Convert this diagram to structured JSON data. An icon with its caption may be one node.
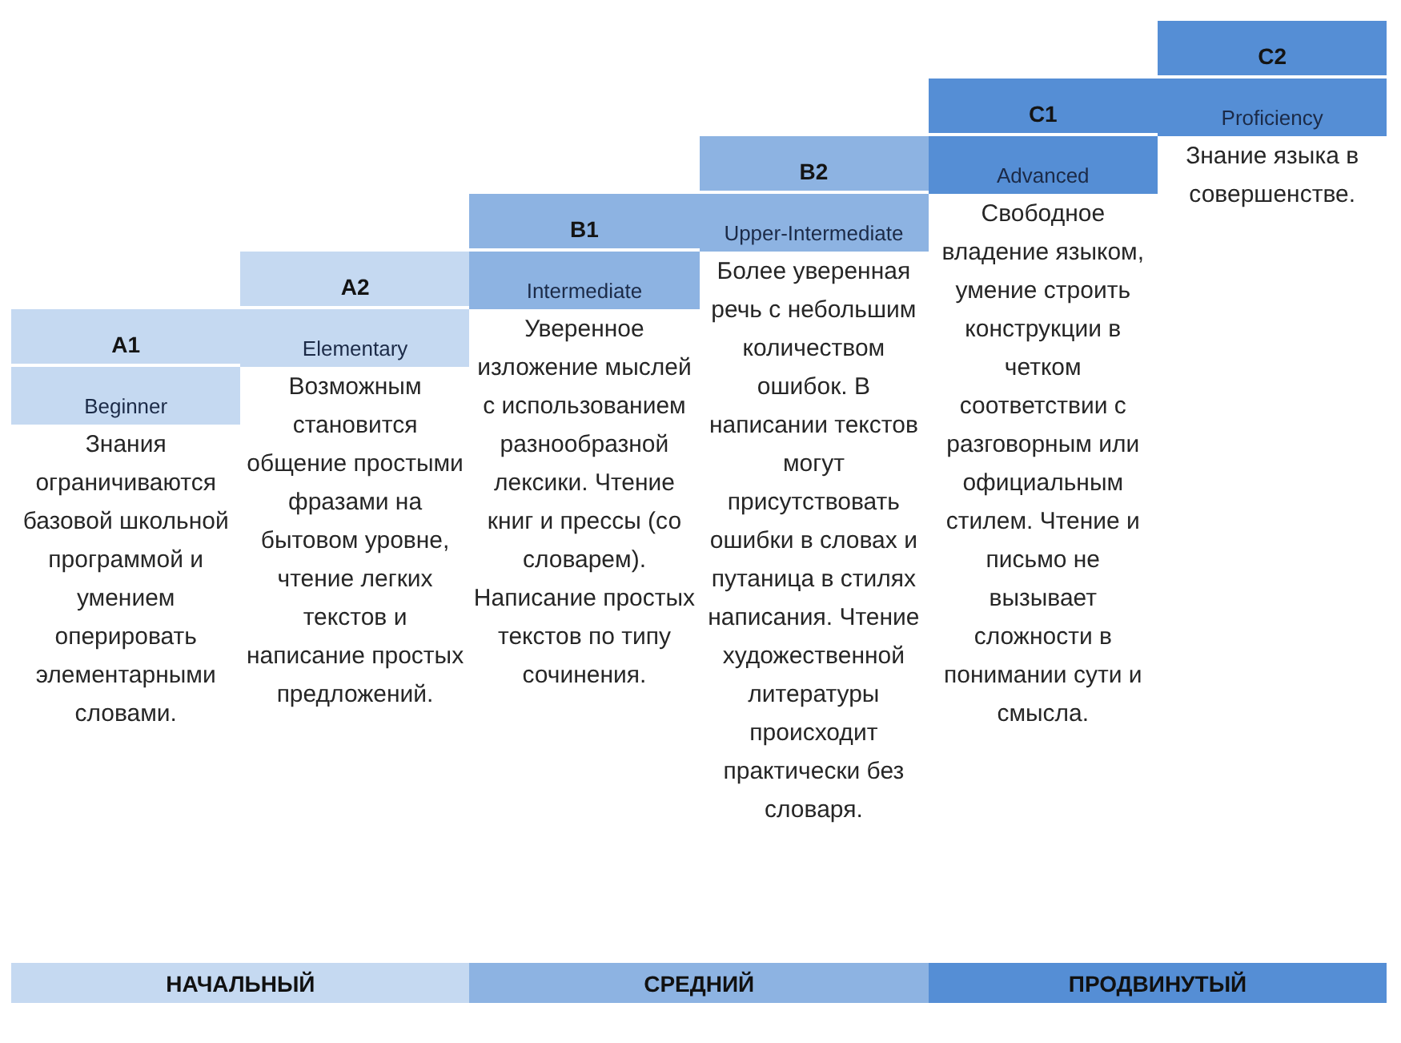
{
  "diagram": {
    "nodes": [
      {
        "text": [
          "A1"
        ]
      },
      {
        "text": [
          "Beginner"
        ],
        "beside": [
          "Знания ограничиваются базовой школьной программой и умением оперировать элементарными словами."
        ]
      },
      {
        "text": [
          "A2"
        ]
      },
      {
        "text": [
          "Elementary"
        ],
        "beside": [
          "Возможным становится общение простыми фразами на бытовом уровне, чтение легких текстов и написание простых предложений."
        ]
      },
      {
        "text": [
          "B1"
        ]
      },
      {
        "text": [
          "Intermediate"
        ],
        "beside": [
          "Уверенное изложение мыслей с использованием разнообразной лексики. Чтение книг и прессы (со словарем). Написание простых текстов по типу сочинения."
        ]
      },
      {
        "text": [
          "B2"
        ]
      },
      {
        "text": [
          "Upper-Intermediate"
        ],
        "beside": [
          "Более уверенная речь с небольшим количеством ошибок. В написании текстов могут присутствовать ошибки в словах и путаница в стилях написания. Чтение художественной литературы происходит практически без словаря."
        ]
      },
      {
        "text": [
          "C1"
        ]
      },
      {
        "text": [
          "Advanced"
        ],
        "beside": [
          "Свободное владение языком, умение строить конструкции в четком соответствии с разговорным или официальным стилем. Чтение и письмо не вызывает сложности в понимании сути и смысла."
        ]
      },
      {
        "text": [
          "C2"
        ]
      },
      {
        "text": [
          "Proficiency"
        ],
        "beside": [
          "Знание языка в совершенстве."
        ]
      },
      {
        "text": [
          "НАЧАЛЬНЫЙ"
        ]
      },
      {
        "text": [
          "СРЕДНИЙ"
        ]
      },
      {
        "text": [
          "ПРОДВИНУТЫЙ"
        ]
      }
    ],
    "edges": []
  }
}
